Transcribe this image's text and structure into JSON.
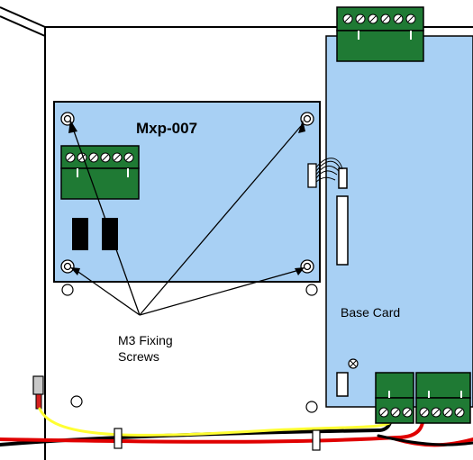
{
  "module_label": "Mxp-007",
  "base_card_label": "Base Card",
  "fixing_screws_label": {
    "line1": "M3 Fixing",
    "line2": "Screws"
  },
  "colors": {
    "module_fill": "#a8d0f4",
    "base_card_fill": "#a8d0f4",
    "terminal_green": "#1f7a34",
    "wire_yellow": "#ffff33",
    "wire_red": "#e00000",
    "wire_black": "#000000",
    "outline": "#000000"
  },
  "icons": [
    "mounting-hole-icon",
    "terminal-screw-icon",
    "relay-icon",
    "ribbon-cable-icon",
    "earth-screw-icon"
  ]
}
